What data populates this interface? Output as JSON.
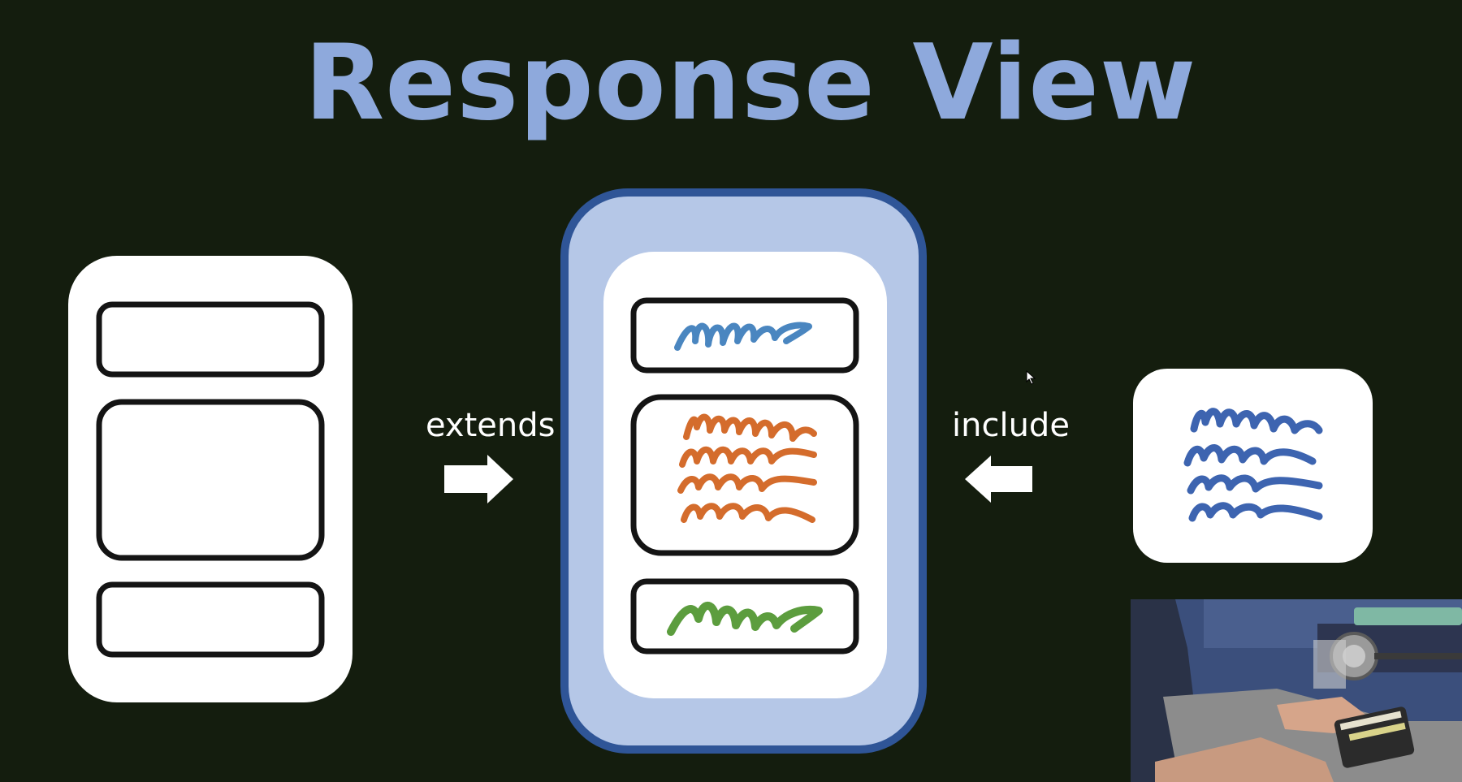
{
  "title": "Response View",
  "labels": {
    "extends": "extends",
    "include": "include"
  },
  "colors": {
    "background": "#141d0e",
    "title": "#8ea9dc",
    "active_frame_fill": "#b5c7e7",
    "active_frame_border": "#2f5597",
    "scribble_blue": "#4a86c0",
    "scribble_orange": "#d46c2c",
    "scribble_green": "#5c9d3e",
    "scribble_dark_blue": "#3d64b0"
  },
  "icons": [
    "arrow-right-icon",
    "arrow-left-icon",
    "mouse-cursor-icon"
  ]
}
